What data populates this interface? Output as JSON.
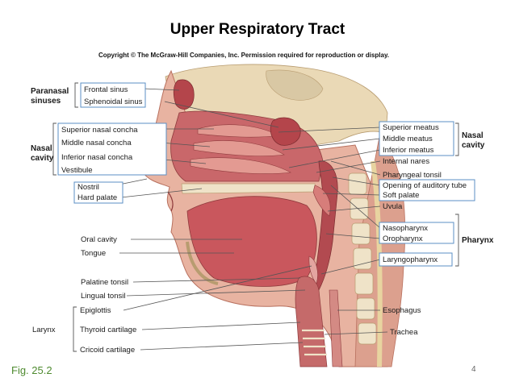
{
  "title": "Upper Respiratory Tract",
  "copyright": "Copyright © The McGraw-Hill Companies, Inc. Permission required for reproduction or display.",
  "figure_ref": "Fig. 25.2",
  "page_number": "4",
  "groups": {
    "paranasal_1": "Paranasal",
    "paranasal_2": "sinuses",
    "nasal_left_1": "Nasal",
    "nasal_left_2": "cavity",
    "nasal_right_1": "Nasal",
    "nasal_right_2": "cavity",
    "pharynx": "Pharynx",
    "larynx": "Larynx"
  },
  "labels": {
    "frontal_sinus": "Frontal sinus",
    "sphenoidal_sinus": "Sphenoidal sinus",
    "superior_nasal_concha": "Superior nasal concha",
    "middle_nasal_concha": "Middle nasal concha",
    "inferior_nasal_concha": "Inferior nasal concha",
    "vestibule": "Vestibule",
    "nostril": "Nostril",
    "hard_palate": "Hard palate",
    "oral_cavity": "Oral cavity",
    "tongue": "Tongue",
    "palatine_tonsil": "Palatine tonsil",
    "lingual_tonsil": "Lingual tonsil",
    "epiglottis": "Epiglottis",
    "thyroid_cartilage": "Thyroid cartilage",
    "cricoid_cartilage": "Cricoid cartilage",
    "superior_meatus": "Superior meatus",
    "middle_meatus": "Middle meatus",
    "inferior_meatus": "Inferior meatus",
    "internal_nares": "Internal nares",
    "pharyngeal_tonsil": "Pharyngeal tonsil",
    "opening_auditory_tube": "Opening of auditory tube",
    "soft_palate": "Soft palate",
    "uvula": "Uvula",
    "nasopharynx": "Nasopharynx",
    "oropharynx": "Oropharynx",
    "laryngopharynx": "Laryngopharynx",
    "esophagus": "Esophagus",
    "trachea": "Trachea"
  }
}
